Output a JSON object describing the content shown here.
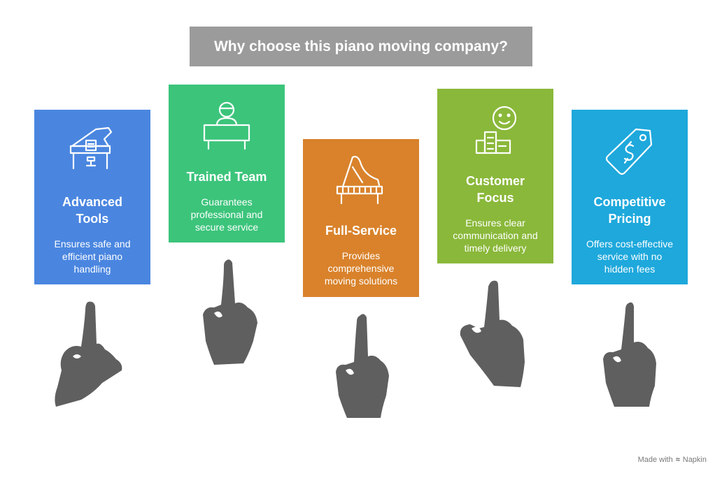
{
  "title": "Why choose this piano moving company?",
  "cards": [
    {
      "heading_lines": [
        "Advanced",
        "Tools"
      ],
      "description_lines": [
        "Ensures safe and",
        "efficient piano",
        "handling"
      ],
      "color": "#4a86e0",
      "icon": "grand-piano-icon"
    },
    {
      "heading_lines": [
        "Trained Team"
      ],
      "description_lines": [
        "Guarantees",
        "professional and",
        "secure service"
      ],
      "color": "#3cc47b",
      "icon": "person-at-desk-icon"
    },
    {
      "heading_lines": [
        "Full-Service"
      ],
      "description_lines": [
        "Provides",
        "comprehensive",
        "moving solutions"
      ],
      "color": "#d9822b",
      "icon": "piano-icon"
    },
    {
      "heading_lines": [
        "Customer",
        "Focus"
      ],
      "description_lines": [
        "Ensures clear",
        "communication and",
        "timely delivery"
      ],
      "color": "#8ab83a",
      "icon": "smiley-building-icon"
    },
    {
      "heading_lines": [
        "Competitive",
        "Pricing"
      ],
      "description_lines": [
        "Offers cost-effective",
        "service with no",
        "hidden fees"
      ],
      "color": "#1ea8dc",
      "icon": "price-tag-icon"
    }
  ],
  "footer": {
    "made_with": "Made with",
    "brand": "Napkin"
  },
  "colors": {
    "title_bg": "#9b9b9b",
    "hand": "#5f5f5f"
  }
}
